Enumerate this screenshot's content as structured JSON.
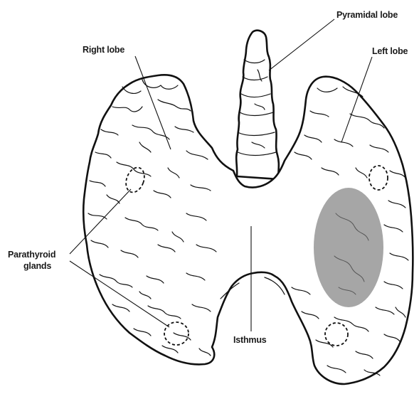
{
  "labels": {
    "pyramidal_lobe": "Pyramidal lobe",
    "right_lobe": "Right lobe",
    "left_lobe": "Left lobe",
    "parathyroid_line1": "Parathyroid",
    "parathyroid_line2": "glands",
    "isthmus": "Isthmus"
  },
  "colors": {
    "outline": "#111111",
    "fill": "#ffffff",
    "nodule": "#a6a6a6"
  }
}
